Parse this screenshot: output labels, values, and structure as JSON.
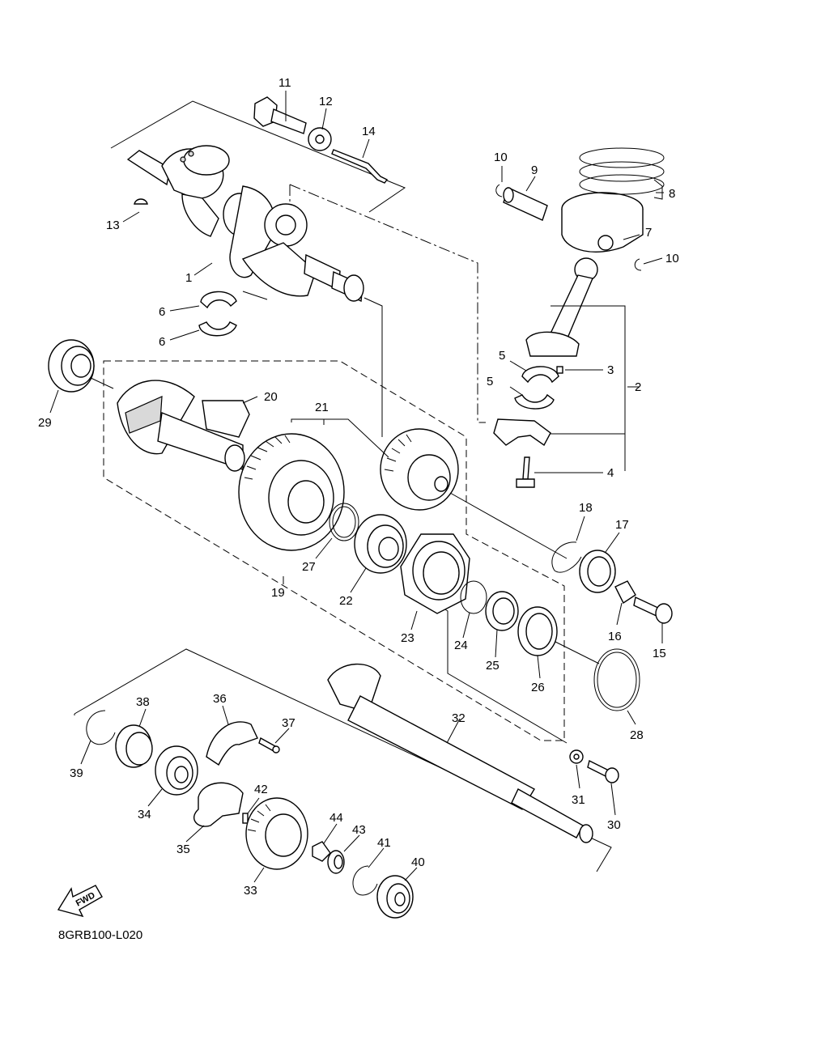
{
  "diagram": {
    "code": "8GRB100-L020",
    "fwd_label": "FWD",
    "callouts": [
      {
        "id": "c1",
        "num": "1"
      },
      {
        "id": "c2",
        "num": "2"
      },
      {
        "id": "c3",
        "num": "3"
      },
      {
        "id": "c4",
        "num": "4"
      },
      {
        "id": "c5a",
        "num": "5"
      },
      {
        "id": "c5b",
        "num": "5"
      },
      {
        "id": "c6a",
        "num": "6"
      },
      {
        "id": "c6b",
        "num": "6"
      },
      {
        "id": "c7",
        "num": "7"
      },
      {
        "id": "c8",
        "num": "8"
      },
      {
        "id": "c9",
        "num": "9"
      },
      {
        "id": "c10a",
        "num": "10"
      },
      {
        "id": "c10b",
        "num": "10"
      },
      {
        "id": "c11",
        "num": "11"
      },
      {
        "id": "c12",
        "num": "12"
      },
      {
        "id": "c13",
        "num": "13"
      },
      {
        "id": "c14",
        "num": "14"
      },
      {
        "id": "c15",
        "num": "15"
      },
      {
        "id": "c16",
        "num": "16"
      },
      {
        "id": "c17",
        "num": "17"
      },
      {
        "id": "c18",
        "num": "18"
      },
      {
        "id": "c19",
        "num": "19"
      },
      {
        "id": "c20",
        "num": "20"
      },
      {
        "id": "c21",
        "num": "21"
      },
      {
        "id": "c22",
        "num": "22"
      },
      {
        "id": "c23",
        "num": "23"
      },
      {
        "id": "c24",
        "num": "24"
      },
      {
        "id": "c25",
        "num": "25"
      },
      {
        "id": "c26",
        "num": "26"
      },
      {
        "id": "c27",
        "num": "27"
      },
      {
        "id": "c28",
        "num": "28"
      },
      {
        "id": "c29",
        "num": "29"
      },
      {
        "id": "c30",
        "num": "30"
      },
      {
        "id": "c31",
        "num": "31"
      },
      {
        "id": "c32",
        "num": "32"
      },
      {
        "id": "c33",
        "num": "33"
      },
      {
        "id": "c34",
        "num": "34"
      },
      {
        "id": "c35",
        "num": "35"
      },
      {
        "id": "c36",
        "num": "36"
      },
      {
        "id": "c37",
        "num": "37"
      },
      {
        "id": "c38",
        "num": "38"
      },
      {
        "id": "c39",
        "num": "39"
      },
      {
        "id": "c40",
        "num": "40"
      },
      {
        "id": "c41",
        "num": "41"
      },
      {
        "id": "c42",
        "num": "42"
      },
      {
        "id": "c43",
        "num": "43"
      },
      {
        "id": "c44",
        "num": "44"
      }
    ]
  }
}
